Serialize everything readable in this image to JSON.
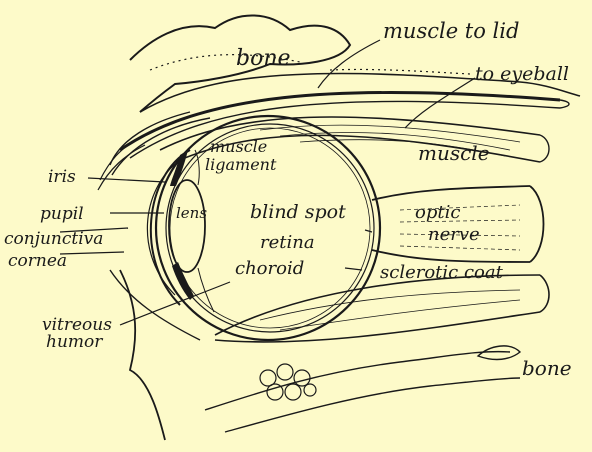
{
  "labels": {
    "bone_top": "bone",
    "muscle_to_lid": "muscle to lid",
    "to_eyeball": "to eyeball",
    "muscle": "muscle",
    "iris": "iris",
    "muscle_small": "muscle",
    "ligament": "ligament",
    "pupil": "pupil",
    "lens": "lens",
    "blind_spot": "blind spot",
    "optic": "optic",
    "nerve": "nerve",
    "conjunctiva": "conjunctiva",
    "cornea": "cornea",
    "retina": "retina",
    "choroid": "choroid",
    "sclerotic_coat": "sclerotic coat",
    "vitreous": "vitreous",
    "humor": "humor",
    "bone_bottom": "bone"
  },
  "colors": {
    "background": "#fdfac9",
    "ink": "#1a1a1a"
  }
}
